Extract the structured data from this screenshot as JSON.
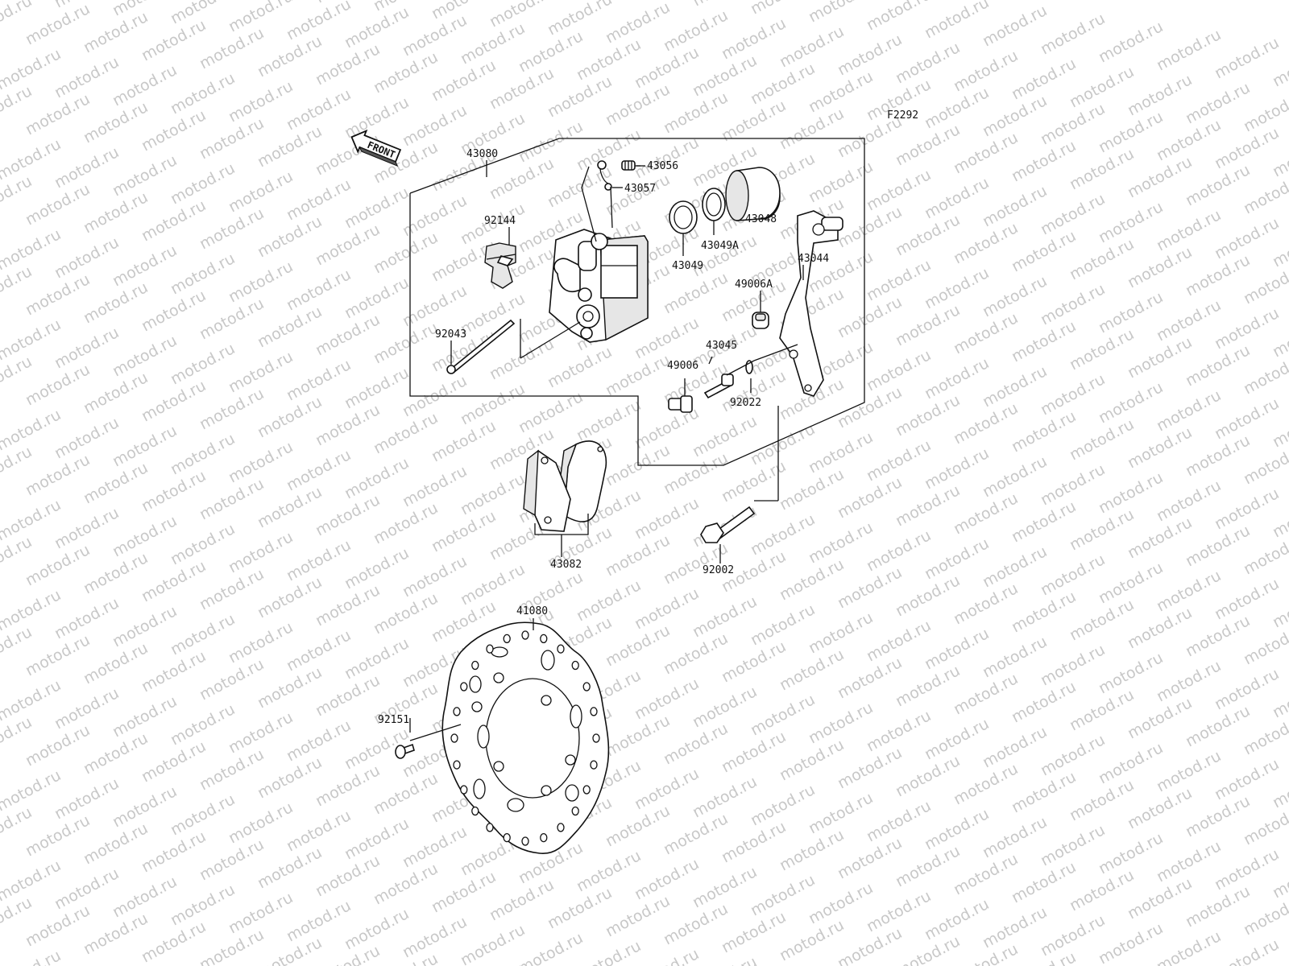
{
  "watermark": {
    "text": "motod.ru"
  },
  "figure_code": "F2292",
  "front_arrow": {
    "label": "FRONT"
  },
  "parts": [
    {
      "id": "43080"
    },
    {
      "id": "43056"
    },
    {
      "id": "43057"
    },
    {
      "id": "92144"
    },
    {
      "id": "43048"
    },
    {
      "id": "43049A"
    },
    {
      "id": "43049"
    },
    {
      "id": "43044"
    },
    {
      "id": "49006A"
    },
    {
      "id": "92043"
    },
    {
      "id": "43045"
    },
    {
      "id": "49006"
    },
    {
      "id": "92022"
    },
    {
      "id": "43082"
    },
    {
      "id": "92002"
    },
    {
      "id": "41080"
    },
    {
      "id": "92151"
    }
  ]
}
